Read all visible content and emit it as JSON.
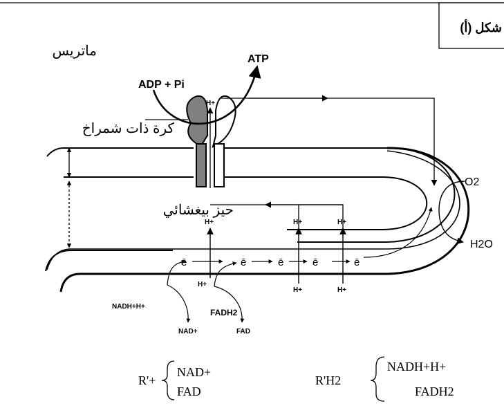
{
  "figure_label": "شكل (أ)",
  "labels": {
    "matrix": "ماتريس",
    "atp_synthase": "كرة ذات شمراخ",
    "intermembrane_space": "حيز بيغشائي",
    "adp_pi": "ADP + Pi",
    "atp": "ATP",
    "o2": "O2",
    "h2o": "H2O",
    "h_plus": "H+",
    "electron": "ē",
    "nadh_h": "NADH+H+",
    "nad_plus": "NAD+",
    "fadh2": "FADH2",
    "fad": "FAD"
  },
  "legend": {
    "oxidized": {
      "symbol": "R'+",
      "items": [
        "NAD+",
        "FAD"
      ]
    },
    "reduced": {
      "symbol": "R'H2",
      "items": [
        "NADH+H+",
        "FADH2"
      ]
    }
  }
}
